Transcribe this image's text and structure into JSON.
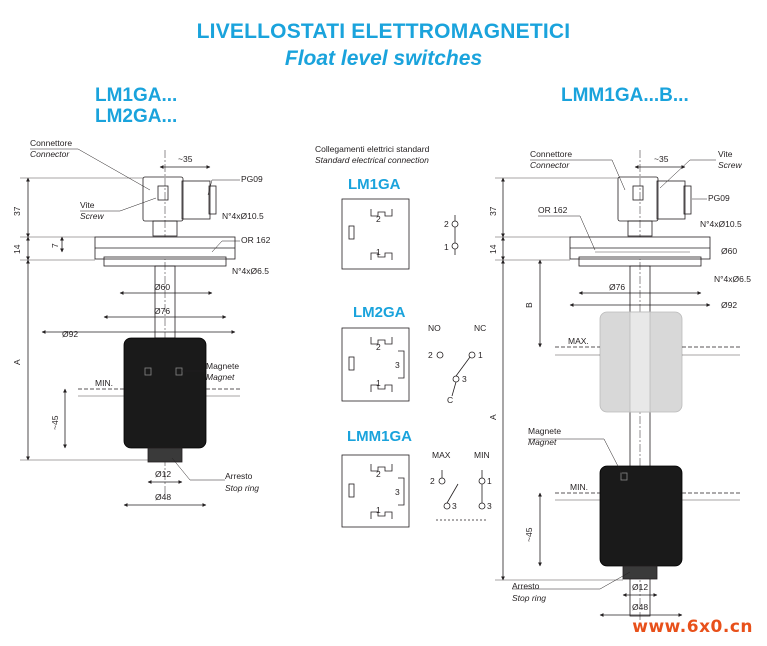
{
  "title_it": "LIVELLOSTATI ELETTROMAGNETICI",
  "title_en": "Float level switches",
  "left": {
    "model_1": "LM1GA...",
    "model_2": "LM2GA...",
    "connector_it": "Connettore",
    "connector_en": "Connector",
    "screw_it": "Vite",
    "screw_en": "Screw",
    "pg": "PG09",
    "dim_35": "~35",
    "holes_upper": "N°4xØ10.5",
    "or": "OR 162",
    "holes_lower": "N°4xØ6.5",
    "dim_60": "Ø60",
    "dim_76": "Ø76",
    "dim_92": "Ø92",
    "dim_37": "37",
    "dim_14": "14",
    "dim_7": "7",
    "dim_A": "A",
    "dim_45": "~45",
    "min": "MIN.",
    "magnet_it": "Magnete",
    "magnet_en": "Magnet",
    "dim_12": "Ø12",
    "stop_it": "Arresto",
    "stop_en": "Stop ring",
    "dim_48": "Ø48"
  },
  "center": {
    "heading_it": "Collegamenti elettrici standard",
    "heading_en": "Standard electrical connection",
    "lm1": {
      "name": "LM1GA",
      "pin1": "1",
      "pin2": "2",
      "c1": "1",
      "c2": "2"
    },
    "lm2": {
      "name": "LM2GA",
      "pin1": "1",
      "pin2": "2",
      "pin3": "3",
      "no": "NO",
      "nc": "NC",
      "c": "C",
      "c1": "1",
      "c2": "2",
      "c3": "3"
    },
    "lmm1": {
      "name": "LMM1GA",
      "pin1": "1",
      "pin2": "2",
      "pin3": "3",
      "max": "MAX",
      "min": "MIN",
      "c1": "1",
      "c2": "2",
      "c3a": "3",
      "c3b": "3"
    }
  },
  "right": {
    "model": "LMM1GA...B...",
    "connector_it": "Connettore",
    "connector_en": "Connector",
    "screw_it": "Vite",
    "screw_en": "Screw",
    "pg": "PG09",
    "dim_35": "~35",
    "holes_upper": "N°4xØ10.5",
    "or": "OR 162",
    "holes_lower": "N°4xØ6.5",
    "dim_60": "Ø60",
    "dim_76": "Ø76",
    "dim_92": "Ø92",
    "dim_37": "37",
    "dim_14": "14",
    "dim_B": "B",
    "dim_A": "A",
    "dim_45": "~45",
    "max": "MAX.",
    "min": "MIN.",
    "magnet_it": "Magnete",
    "magnet_en": "Magnet",
    "dim_12": "Ø12",
    "stop_it": "Arresto",
    "stop_en": "Stop ring",
    "dim_48": "Ø48"
  },
  "watermark": "www.6x0.cn",
  "colors": {
    "accent": "#1aa3dc",
    "body": "#1a1a1a",
    "ghost": "#d8d8d8",
    "watermark": "#e8501a"
  }
}
